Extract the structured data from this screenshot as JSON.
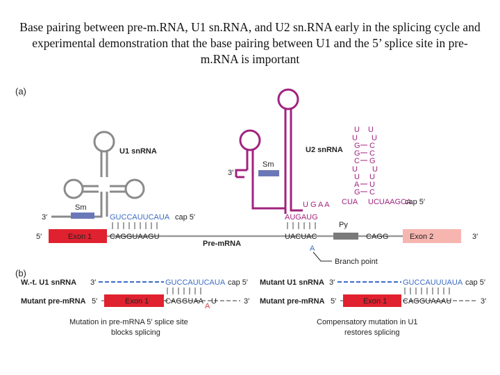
{
  "title": "Base pairing between pre-m.RNA, U1 sn.RNA, and U2 sn.RNA early in the splicing cycle and experimental demonstration that the base pairing between U1 and the 5’ splice site in pre-m.RNA is important",
  "panel_a": {
    "label": "(a)",
    "u1_label": "U1 snRNA",
    "u2_label": "U2 snRNA",
    "sm_label": "Sm",
    "u1_seq": "GUCCAUUCAUA",
    "cap_5": "cap 5′",
    "three_prime": "3′",
    "five_prime": "5′",
    "exon1": "Exon 1",
    "exon2": "Exon 2",
    "pre_mrna_5ss": "CAGGUAAGU",
    "pre_mrna_label": "Pre-mRNA",
    "branch_seq": "UACUAC",
    "branch_a": "A",
    "py": "Py",
    "cagg": "CAGG",
    "branch_point": "Branch point",
    "u2_pair": "AUGAUG",
    "u2_tail_g": "U G A A",
    "u2_cua": "CUA",
    "u2_seq_right": "UCUAAGCA",
    "u2_stem_left": [
      "U",
      "U",
      "G",
      "G",
      "C",
      "U",
      "U",
      "A",
      "G"
    ],
    "u2_stem_right": [
      "U",
      "U",
      "C",
      "C",
      "G",
      "U",
      "U",
      "U",
      "C"
    ]
  },
  "panel_b": {
    "label": "(b)",
    "wt_label": "W.-t. U1 snRNA",
    "mut_u1_label": "Mutant U1 snRNA",
    "mut_pre_label": "Mutant pre-mRNA",
    "wt_seq": "GUCCAUUCAUA",
    "mut_u1_seq": "GUCCAUUUAUA",
    "mut_pre_seq_1": "CAGGUAA",
    "mut_pre_seq_a": "A",
    "mut_pre_seq_u": "U",
    "mut_pre_seq_2": "CAGGUAAAU",
    "cap_5": "cap 5′",
    "three_prime": "3′",
    "five_prime": "5′",
    "exon1": "Exon 1",
    "caption_left_1": "Mutation in pre-mRNA 5′ splice site",
    "caption_left_2": "blocks splicing",
    "caption_right_1": "Compensatory mutation in U1",
    "caption_right_2": "restores splicing"
  }
}
